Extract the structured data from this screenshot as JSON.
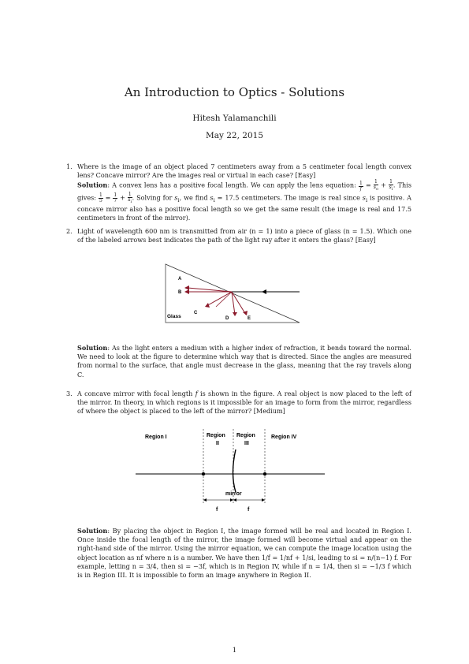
{
  "header": {
    "title": "An Introduction to Optics - Solutions",
    "author": "Hitesh Yalamanchili",
    "date": "May 22, 2015"
  },
  "problems": [
    {
      "number": "1.",
      "question": "Where is the image of an object placed 7 centimeters away from a 5 centimeter focal length convex lens? Concave mirror? Are the images real or virtual in each case? [Easy]",
      "solution_label": "Solution",
      "solution_part1": ": A convex lens has a positive focal length. We can apply the lens equation:",
      "solution_part2": "This gives:",
      "solution_part3": ". Solving for",
      "solution_part4": ", we find",
      "solution_part5": "= 17.5 centimeters. The image is real since",
      "solution_part6": "is positive. A concave mirror also has a positive focal length so we get the same result (the image is real and 17.5 centimeters in front of the mirror).",
      "sym_si": "s",
      "sym_i": "i"
    },
    {
      "number": "2.",
      "question": "Light of wavelength 600 nm is transmitted from air (n = 1) into a piece of glass (n = 1.5). Which one of the labeled arrows best indicates the path of the light ray after it enters the glass? [Easy]",
      "solution_label": "Solution",
      "solution_text": ": As the light enters a medium with a higher index of refraction, it bends toward the normal. We need to look at the figure to determine which way that is directed. Since the angles are measured from normal to the surface, that angle must decrease in the glass, meaning that the ray travels along C.",
      "figure": {
        "labels": [
          "A",
          "B",
          "C",
          "D",
          "E"
        ],
        "glass_label": "Glass"
      }
    },
    {
      "number": "3.",
      "question_part1": "A concave mirror with focal length",
      "question_sym": "f",
      "question_part2": "is shown in the figure. A real object is now placed to the left of the mirror. In theory, in which regions is it impossible for an image to form from the mirror, regardless of where the object is placed to the left of the mirror? [Medium]",
      "figure": {
        "region1": "Region I",
        "region2a": "Region",
        "region2b": "II",
        "region3a": "Region",
        "region3b": "III",
        "region4": "Region IV",
        "mirror_label": "mirror",
        "f_label": "f"
      },
      "solution_label": "Solution",
      "solution_text": ": By placing the object in Region I, the image formed will be real and located in Region I. Once inside the focal length of the mirror, the image formed will become virtual and appear on the right-hand side of the mirror. Using the mirror equation, we can compute the image location using the object location as nf where n is a number. We have then 1/f = 1/nf + 1/si, leading to si = n/(n−1) f. For example, letting n = 3/4, then si = −3f, which is in Region IV, while if n = 1/4, then si = −1/3 f which is in Region III. It is impossible to form an image anywhere in Region II."
    }
  ],
  "page_number": "1"
}
